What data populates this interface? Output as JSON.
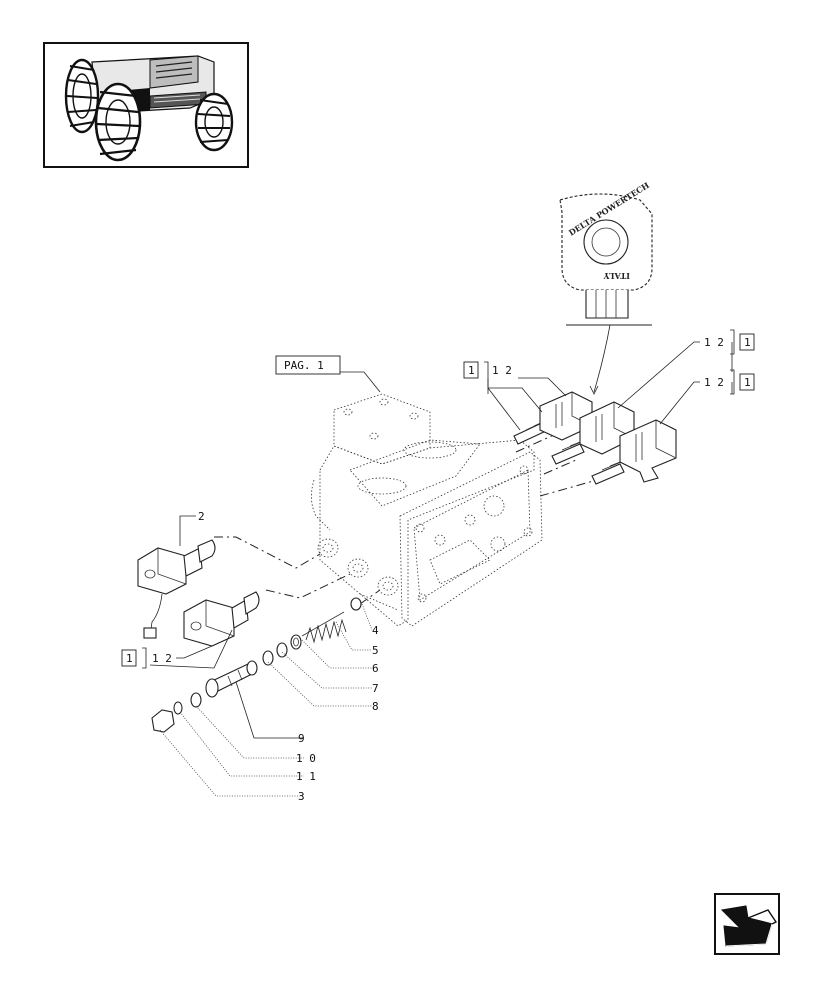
{
  "diagram": {
    "page_ref": "PAG. 1",
    "brand_marking": {
      "top": "DELTA POWERTECH",
      "bottom": "ITALY"
    },
    "callouts": [
      {
        "id": "c1a",
        "text": "1"
      },
      {
        "id": "c12a",
        "text": "1 2"
      },
      {
        "id": "c12b",
        "text": "1 2"
      },
      {
        "id": "c1b",
        "text": "1"
      },
      {
        "id": "c12c",
        "text": "1 2"
      },
      {
        "id": "c1c",
        "text": "1"
      },
      {
        "id": "c2",
        "text": "2"
      },
      {
        "id": "c1d",
        "text": "1"
      },
      {
        "id": "c12d",
        "text": "1 2"
      },
      {
        "id": "c4",
        "text": "4"
      },
      {
        "id": "c5",
        "text": "5"
      },
      {
        "id": "c6",
        "text": "6"
      },
      {
        "id": "c7",
        "text": "7"
      },
      {
        "id": "c8",
        "text": "8"
      },
      {
        "id": "c9",
        "text": "9"
      },
      {
        "id": "c10",
        "text": "1 0"
      },
      {
        "id": "c11",
        "text": "1 1"
      },
      {
        "id": "c3",
        "text": "3"
      }
    ],
    "icons": {
      "thumbnail": "tractor-thumbnail-icon",
      "navigation": "next-page-arrow-icon"
    }
  }
}
